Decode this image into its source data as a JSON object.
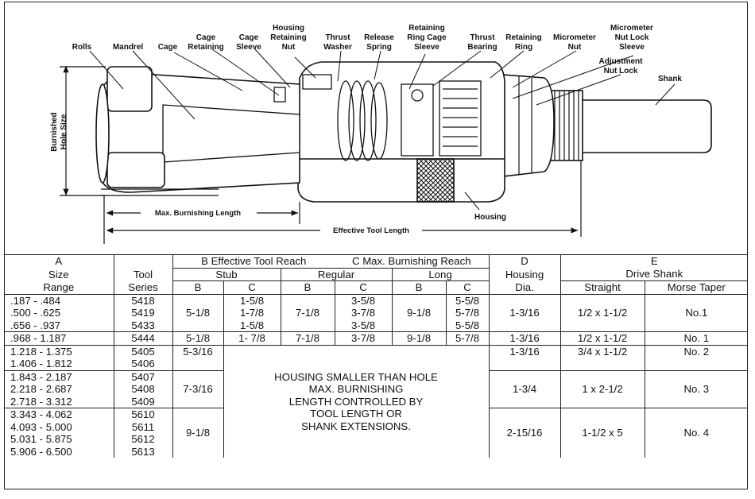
{
  "diagram": {
    "labels": {
      "rolls": "Rolls",
      "mandrel": "Mandrel",
      "cage": "Cage",
      "cage_retaining_1": "Cage",
      "cage_retaining_2": "Retaining",
      "cage_sleeve_1": "Cage",
      "cage_sleeve_2": "Sleeve",
      "housing_retaining_nut_1": "Housing",
      "housing_retaining_nut_2": "Retaining",
      "housing_retaining_nut_3": "Nut",
      "thrust_washer_1": "Thrust",
      "thrust_washer_2": "Washer",
      "release_spring_1": "Release",
      "release_spring_2": "Spring",
      "retaining_ring_cage_sleeve_1": "Retaining",
      "retaining_ring_cage_sleeve_2": "Ring Cage",
      "retaining_ring_cage_sleeve_3": "Sleeve",
      "thrust_bearing_1": "Thrust",
      "thrust_bearing_2": "Bearing",
      "retaining_ring_1": "Retaining",
      "retaining_ring_2": "Ring",
      "micrometer_nut_1": "Micrometer",
      "micrometer_nut_2": "Nut",
      "micrometer_nut_lock_1": "Micrometer",
      "micrometer_nut_lock_2": "Nut Lock",
      "micrometer_nut_lock_3": "Sleeve",
      "adjustment_nut_lock_1": "Adjustment",
      "adjustment_nut_lock_2": "Nut Lock",
      "shank": "Shank",
      "housing": "Housing",
      "burnished_hole_size_1": "Burnished",
      "burnished_hole_size_2": "Hole Size",
      "max_burnishing_length": "Max. Burnishing Length",
      "effective_tool_length": "Effective Tool Length"
    }
  },
  "table": {
    "header": {
      "a_1": "A",
      "a_2": "Size",
      "a_3": "Range",
      "tool_1": "Tool",
      "tool_2": "Series",
      "b_reach": "B Effective Tool Reach",
      "c_reach": "C Max. Burnishing Reach",
      "stub": "Stub",
      "regular": "Regular",
      "long": "Long",
      "b": "B",
      "c": "C",
      "d_1": "D",
      "d_2": "Housing",
      "d_3": "Dia.",
      "e_1": "E",
      "e_2": "Drive Shank",
      "straight": "Straight",
      "morse_taper": "Morse Taper"
    },
    "group1": {
      "sizes": [
        ".187  -    .484",
        ".500  -    .625",
        ".656  -    .937"
      ],
      "series": [
        "5418",
        "5419",
        "5433"
      ],
      "stub_b": "5-1/8",
      "stub_c": [
        "1-5/8",
        "1-7/8",
        "1-5/8"
      ],
      "reg_b": "7-1/8",
      "reg_c": [
        "3-5/8",
        "3-7/8",
        "3-5/8"
      ],
      "long_b": "9-1/8",
      "long_c": [
        "5-5/8",
        "5-7/8",
        "5-5/8"
      ],
      "housing": "1-3/16",
      "straight": "1/2 x 1-1/2",
      "morse": "No.1"
    },
    "row5444": {
      "size": ".968  -  1.187",
      "series": "5444",
      "stub_b": "5-1/8",
      "stub_c": "1- 7/8",
      "reg_b": "7-1/8",
      "reg_c": "3-7/8",
      "long_b": "9-1/8",
      "long_c": "5-7/8",
      "housing": "1-3/16",
      "straight": "1/2 x 1-1/2",
      "morse": "No. 1"
    },
    "group2": {
      "sizes": [
        "1.218  -  1.375",
        "1.406  -  1.812"
      ],
      "series": [
        "5405",
        "5406"
      ],
      "stub_b": "5-3/16",
      "housing": "1-3/16",
      "straight": "3/4 x 1-1/2",
      "morse": "No. 2"
    },
    "group3": {
      "sizes": [
        "1.843  -  2.187",
        "2.218  -  2.687",
        "2.718  -  3.312"
      ],
      "series": [
        "5407",
        "5408",
        "5409"
      ],
      "stub_b": "7-3/16",
      "housing": "1-3/4",
      "straight": "1 x 2-1/2",
      "morse": "No. 3"
    },
    "group4": {
      "sizes": [
        "3.343  -  4.062",
        "4.093  -  5.000",
        "5.031  -  5.875",
        "5.906  -  6.500"
      ],
      "series": [
        "5610",
        "5611",
        "5612",
        "5613"
      ],
      "stub_b": "9-1/8",
      "housing": "2-15/16",
      "straight": "1-1/2 x 5",
      "morse": "No. 4"
    },
    "note": [
      "HOUSING SMALLER THAN HOLE",
      "MAX. BURNISHING",
      "LENGTH CONTROLLED BY",
      "TOOL LENGTH OR",
      "SHANK EXTENSIONS."
    ]
  }
}
